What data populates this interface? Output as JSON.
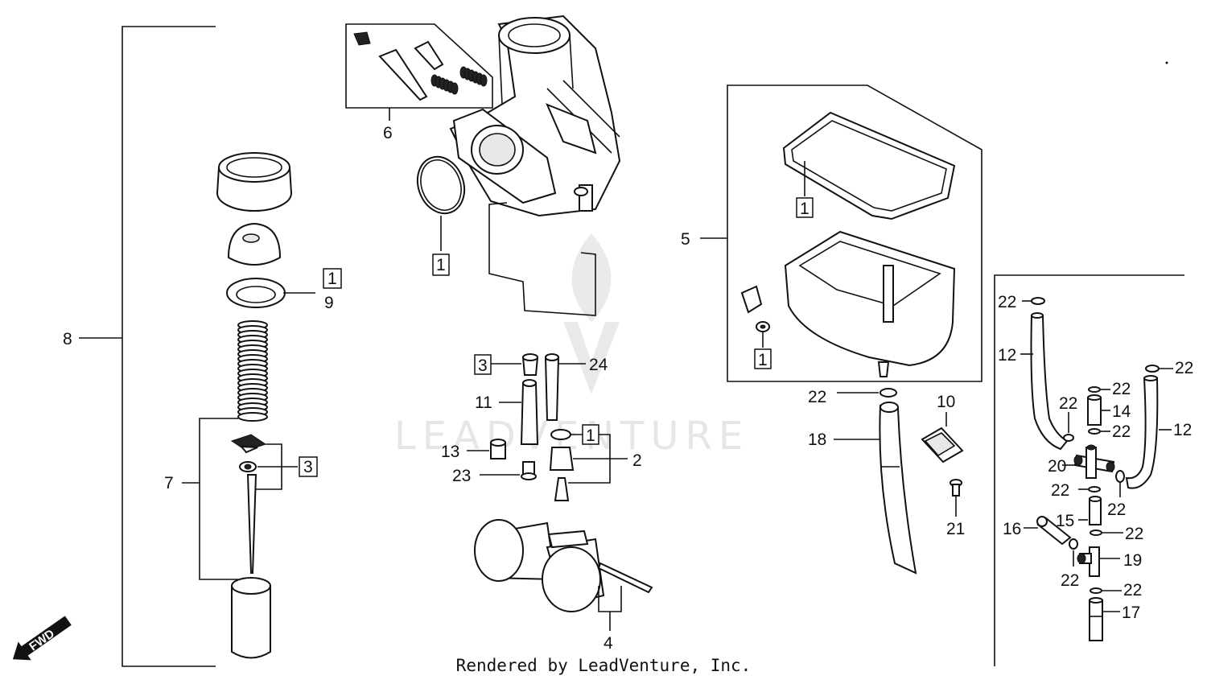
{
  "watermark": "LEADVENTURE",
  "credit": "Rendered by LeadVenture, Inc.",
  "fwd_label": "FWD",
  "callouts": {
    "c1": "1",
    "c2": "2",
    "c3": "3",
    "c4": "4",
    "c5": "5",
    "c6": "6",
    "c7": "7",
    "c8": "8",
    "c9": "9",
    "c10": "10",
    "c11": "11",
    "c12": "12",
    "c13": "13",
    "c14": "14",
    "c15": "15",
    "c16": "16",
    "c17": "17",
    "c18": "18",
    "c19": "19",
    "c20": "20",
    "c21": "21",
    "c22": "22",
    "c23": "23",
    "c24": "24"
  }
}
